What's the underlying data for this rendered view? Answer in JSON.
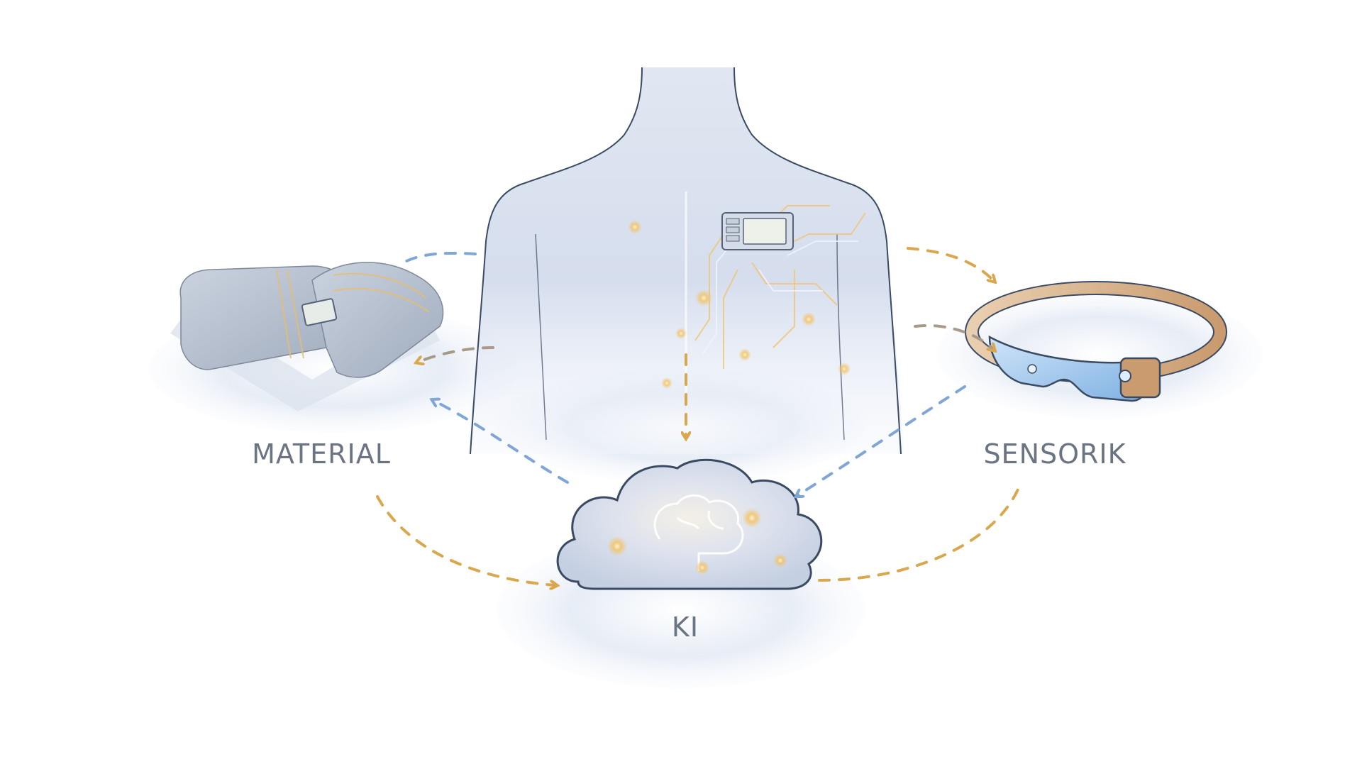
{
  "diagram": {
    "nodes": [
      {
        "id": "material",
        "label": "MATERIAL",
        "depiction": "folded smart textile with embedded chip and circuit traces"
      },
      {
        "id": "sensorik",
        "label": "SENSORIK",
        "depiction": "smart glasses / sensor headband with visor"
      },
      {
        "id": "ki",
        "label": "KI",
        "depiction": "cloud containing glowing brain network"
      },
      {
        "id": "body",
        "label": "",
        "depiction": "translucent human torso with chest-mounted circuit module"
      }
    ],
    "edges": [
      {
        "from": "material",
        "to": "body",
        "style": "dashed",
        "color": "#7fa6d6"
      },
      {
        "from": "body",
        "to": "material",
        "style": "dashed",
        "color": "#a79a88"
      },
      {
        "from": "ki",
        "to": "material",
        "style": "dashed",
        "color": "#7fa6d6"
      },
      {
        "from": "material",
        "to": "ki",
        "style": "dashed",
        "color": "#d9a84e"
      },
      {
        "from": "body",
        "to": "sensorik",
        "style": "dashed",
        "color": "#d9a84e"
      },
      {
        "from": "body",
        "to": "sensorik",
        "style": "dashed",
        "color": "#a79a88"
      },
      {
        "from": "sensorik",
        "to": "ki",
        "style": "dashed",
        "color": "#7fa6d6"
      },
      {
        "from": "ki",
        "to": "sensorik",
        "style": "dashed",
        "color": "#d9a84e"
      },
      {
        "from": "body",
        "to": "ki",
        "style": "dashed",
        "color": "#d9a84e"
      }
    ]
  },
  "labels": {
    "material": "MATERIAL",
    "sensorik": "SENSORIK",
    "ki": "KI"
  },
  "colors": {
    "label": "#6b7482",
    "outline": "#3b4a63",
    "blue_accent": "#7fa6d6",
    "gold_accent": "#d9a84e",
    "taupe_accent": "#a79a88",
    "fabric": "#b9c3d1",
    "band": "#d8b48f",
    "visor": "#a9cdf0"
  }
}
